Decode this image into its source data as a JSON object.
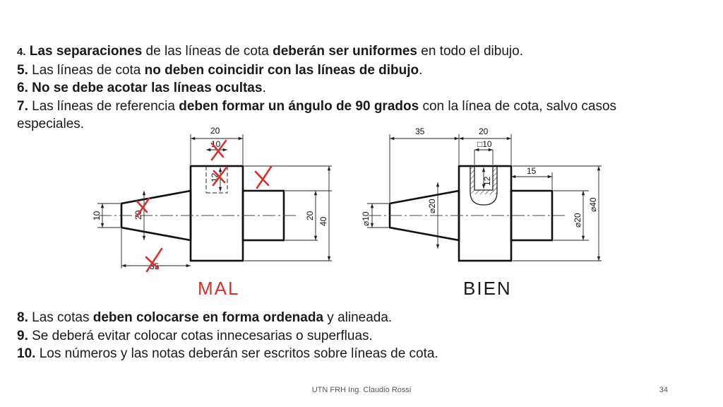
{
  "rules_top": [
    {
      "parts": [
        {
          "t": "4.",
          "b": true,
          "small": true
        },
        {
          "t": " "
        },
        {
          "t": "Las separaciones",
          "b": true
        },
        {
          "t": " de las líneas de cota "
        },
        {
          "t": "deberán ser uniformes",
          "b": true
        },
        {
          "t": " en todo el dibujo."
        }
      ]
    },
    {
      "parts": [
        {
          "t": "5.",
          "b": true
        },
        {
          "t": " Las líneas de cota "
        },
        {
          "t": "no deben coincidir con las líneas de dibujo",
          "b": true
        },
        {
          "t": "."
        }
      ]
    },
    {
      "parts": [
        {
          "t": "6. No se debe acotar las líneas ocultas",
          "b": true
        },
        {
          "t": "."
        }
      ]
    },
    {
      "parts": [
        {
          "t": "7.",
          "b": true
        },
        {
          "t": " Las líneas de referencia "
        },
        {
          "t": "deben formar un ángulo de 90 grados",
          "b": true
        },
        {
          "t": " con la línea de cota, salvo casos"
        }
      ]
    },
    {
      "parts": [
        {
          "t": "especiales."
        }
      ]
    }
  ],
  "rules_bottom": [
    {
      "parts": [
        {
          "t": "8.",
          "b": true,
          "small": true
        },
        {
          "t": " Las cotas "
        },
        {
          "t": "deben colocarse en forma ordenada",
          "b": true
        },
        {
          "t": " y alineada."
        }
      ]
    },
    {
      "parts": [
        {
          "t": "9.",
          "b": true
        },
        {
          "t": " Se deberá evitar colocar cotas innecesarias o superfluas."
        }
      ]
    },
    {
      "parts": [
        {
          "t": "10.",
          "b": true
        },
        {
          "t": " Los números y las notas deberán ser escritos sobre líneas de cota."
        }
      ]
    }
  ],
  "figures": {
    "bad": {
      "label": "MAL",
      "label_color": "#d9302a",
      "dims": {
        "top20": "20",
        "top10": "10",
        "hole12": "12",
        "left10": "10",
        "left20": "20",
        "right20": "20",
        "right40": "40",
        "bottom35": "35"
      }
    },
    "good": {
      "label": "BIEN",
      "label_color": "#1a1a1a",
      "dims": {
        "top35": "35",
        "top20": "20",
        "square10": "□10",
        "depth12": "12",
        "right15": "15",
        "d10": "⌀10",
        "d20a": "⌀20",
        "d20b": "⌀20",
        "d40": "⌀40"
      }
    },
    "mark_color": "#d9302a"
  },
  "footer": {
    "text": "UTN FRH Ing. Claudio Rossi",
    "page": "34"
  }
}
